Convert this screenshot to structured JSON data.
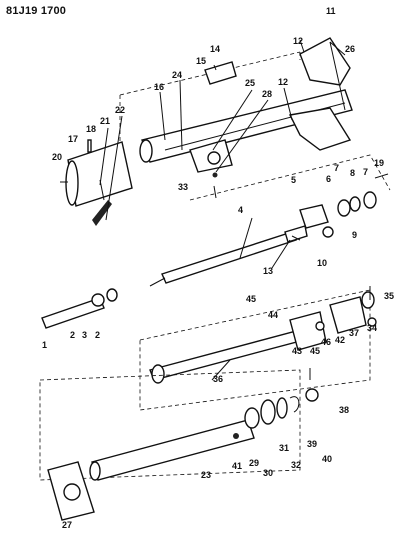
{
  "header": {
    "code": "81J19 1700"
  },
  "labels": {
    "l1": "1",
    "l2a": "2",
    "l3": "3",
    "l2b": "2",
    "l4": "4",
    "l5": "5",
    "l6": "6",
    "l7a": "7",
    "l7b": "7",
    "l8": "8",
    "l9": "9",
    "l10": "10",
    "l11": "11",
    "l12a": "12",
    "l12b": "12",
    "l13": "13",
    "l14": "14",
    "l15": "15",
    "l16": "16",
    "l17": "17",
    "l18": "18",
    "l19": "19",
    "l20": "20",
    "l21": "21",
    "l22": "22",
    "l23": "23",
    "l24": "24",
    "l25": "25",
    "l26": "26",
    "l27": "27",
    "l28": "28",
    "l29": "29",
    "l30": "30",
    "l31": "31",
    "l32": "32",
    "l33": "33",
    "l34": "34",
    "l35": "35",
    "l36": "36",
    "l37": "37",
    "l38": "38",
    "l39": "39",
    "l40": "40",
    "l41": "41",
    "l42": "42",
    "l43": "43",
    "l44": "44",
    "l45a": "45",
    "l45b": "45",
    "l46": "46"
  }
}
